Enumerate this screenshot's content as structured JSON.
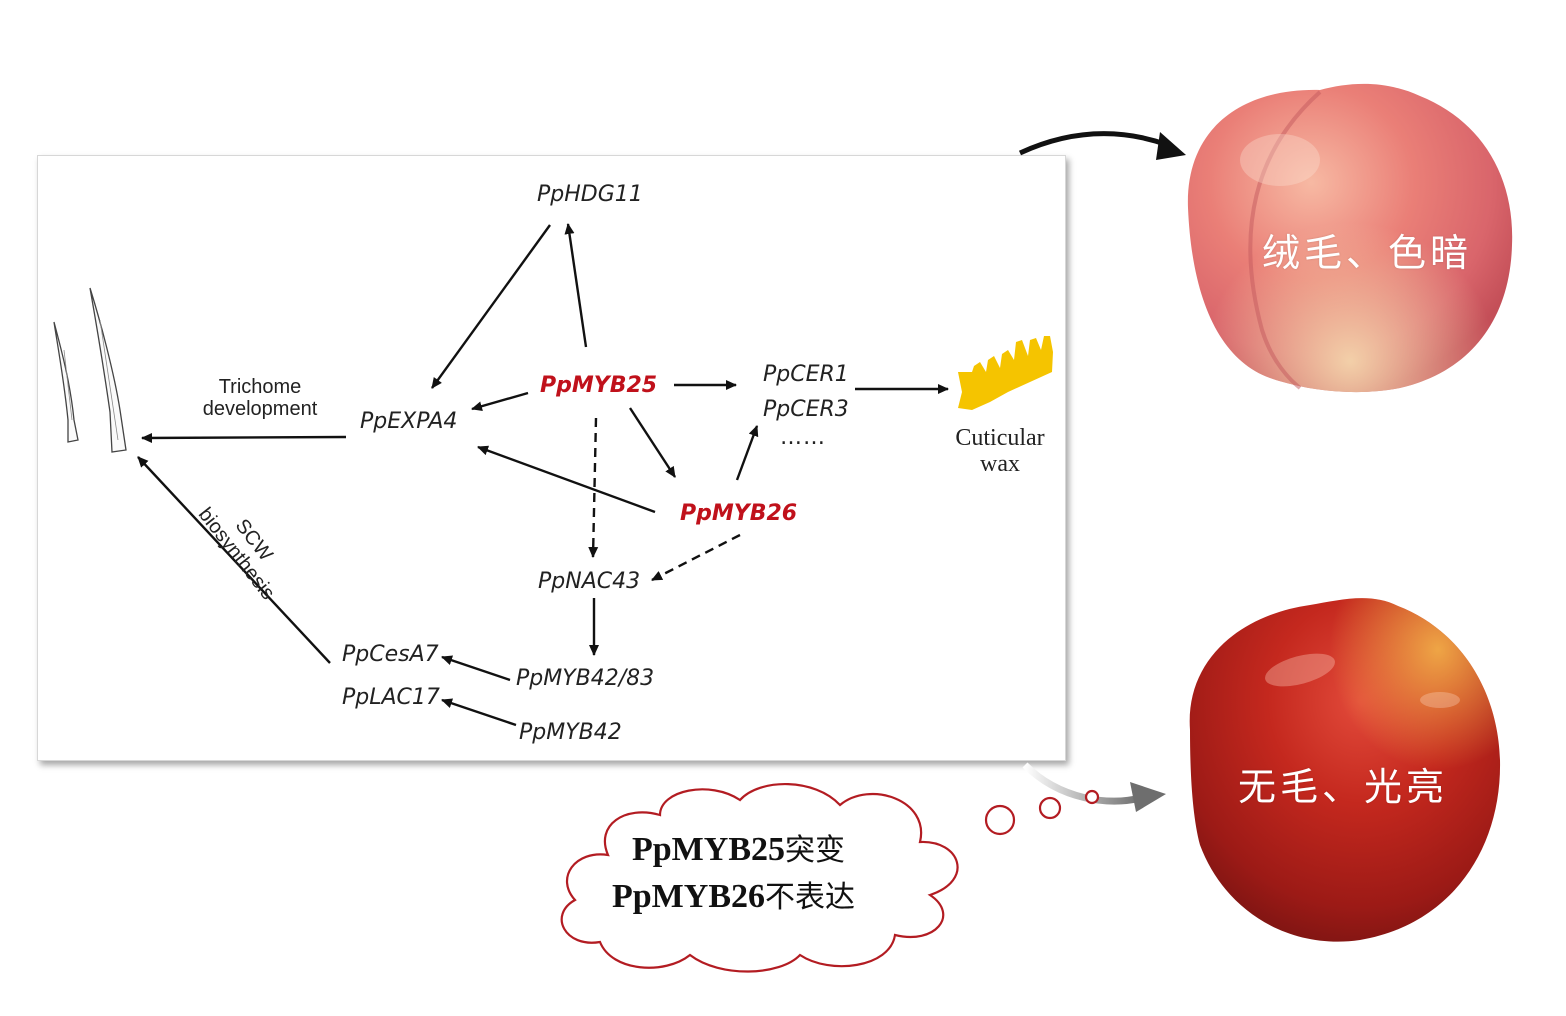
{
  "diagram": {
    "genes": {
      "hdg11": "PpHDG11",
      "myb25": "PpMYB25",
      "myb26": "PpMYB26",
      "expa4": "PpEXPA4",
      "cer1": "PpCER1",
      "cer3": "PpCER3",
      "cer_more": "……",
      "nac43": "PpNAC43",
      "myb42_83": "PpMYB42/83",
      "myb42": "PpMYB42",
      "cesa7": "PpCesA7",
      "lac17": "PpLAC17"
    },
    "labels": {
      "trichome_line1": "Trichome",
      "trichome_line2": "development",
      "scw_line1": "SCW",
      "scw_line2": "biosynthesis",
      "wax_line1": "Cuticular",
      "wax_line2": "wax"
    },
    "colors": {
      "highlight": "#c0111b",
      "wax": "#f5c400",
      "cloud_border": "#b31c22"
    }
  },
  "fruits": {
    "peach_label": "绒毛、色暗",
    "nectarine_label": "无毛、光亮"
  },
  "cloud": {
    "line1_gene": "PpMYB25",
    "line1_text": "突变",
    "line2_gene": "PpMYB26",
    "line2_text": "不表达"
  }
}
